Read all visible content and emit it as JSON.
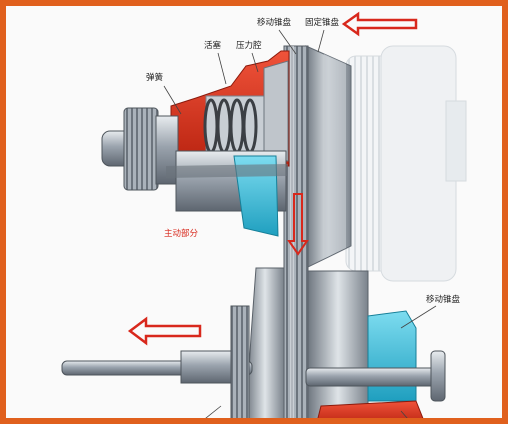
{
  "labels": {
    "piston": "活塞",
    "pressure_chamber": "压力腔",
    "movable_cone_top": "移动锥盘",
    "fixed_cone": "固定锥盘",
    "spring": "弹簧",
    "driving_part": "主动部分",
    "movable_cone_bottom": "移动锥盘"
  },
  "colors": {
    "frame_border": "#e0601d",
    "arrow": "#d8281c",
    "housing_red": "#e1341f",
    "oil_cyan": "#3cc4dc",
    "steel": "#9aa3ad"
  },
  "icons": {
    "top_arrow": "arrow-left-icon",
    "bottom_arrow": "arrow-left-icon",
    "middle_arrow": "arrow-down-icon"
  }
}
